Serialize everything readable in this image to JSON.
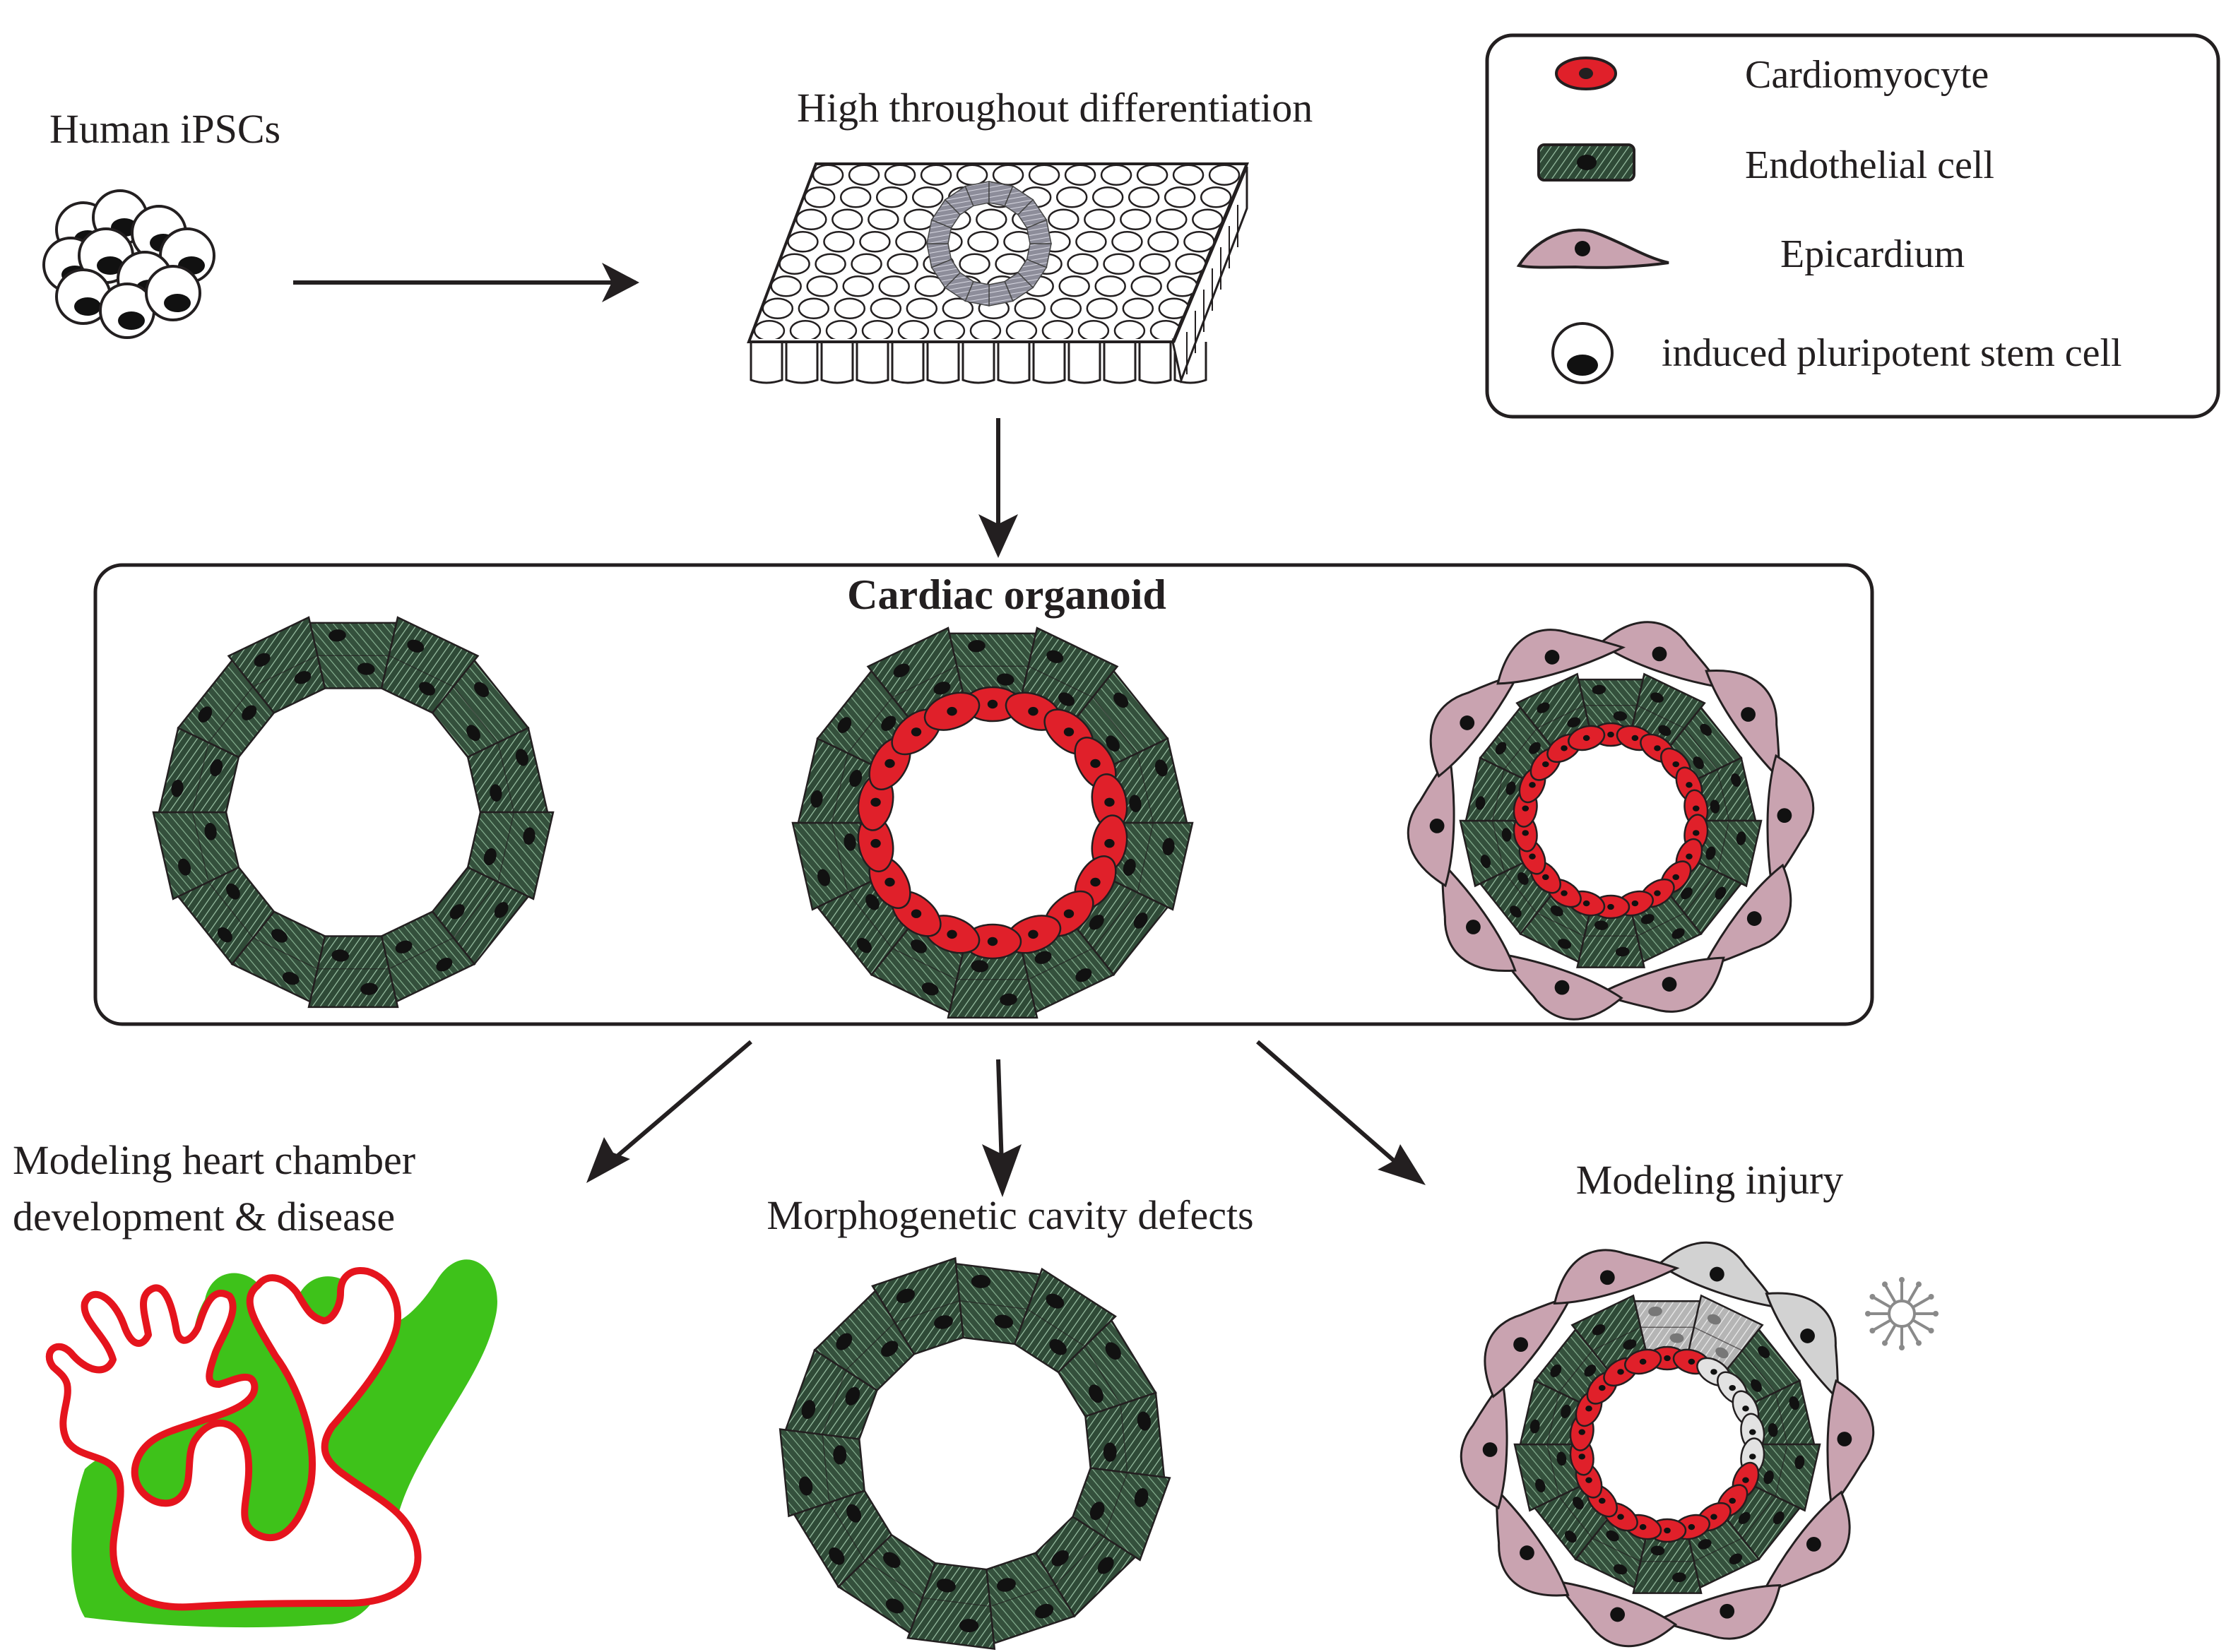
{
  "labels": {
    "ipsc_source": "Human iPSCs",
    "plate": "High throughout differentiation",
    "organoid_title": "Cardiac organoid",
    "outcome_left_line1": "Modeling heart chamber",
    "outcome_left_line2": "development & disease",
    "outcome_center": "Morphogenetic cavity defects",
    "outcome_right": "Modeling injury"
  },
  "legend": {
    "items": [
      {
        "label": "Cardiomyocyte",
        "icon": "cardiomyocyte-icon"
      },
      {
        "label": "Endothelial cell",
        "icon": "endothelial-cell-icon"
      },
      {
        "label": "Epicardium",
        "icon": "epicardium-icon"
      },
      {
        "label": "induced pluripotent stem cell",
        "icon": "ipsc-icon"
      }
    ]
  },
  "colors": {
    "cardiomyocyte": "#e0202a",
    "endothelial": "#3d5a45",
    "endothelial_light": "#8fb59a",
    "epicardium": "#c9a3b0",
    "outline": "#231f20",
    "chamber_green": "#3ec21a",
    "chamber_red": "#e5141d",
    "injured": "#c8c8c8"
  }
}
